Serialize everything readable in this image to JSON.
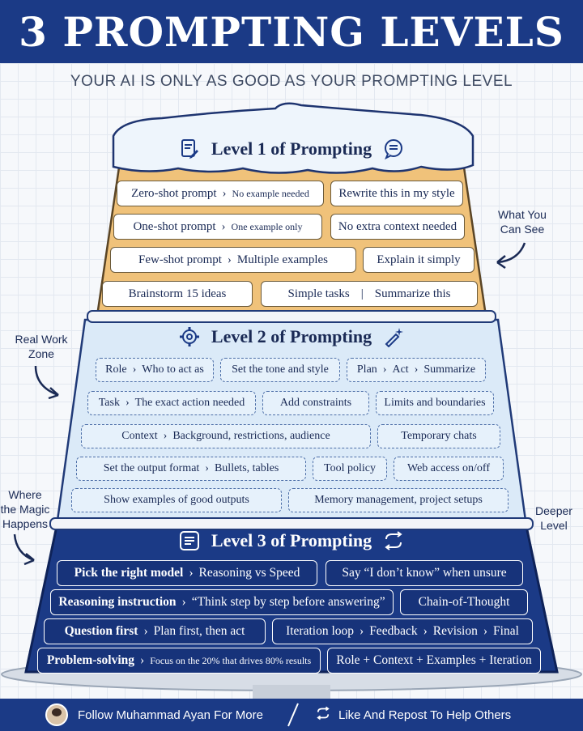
{
  "header": {
    "title": "3 PROMPTING LEVELS"
  },
  "subtitle": "YOUR AI IS ONLY AS GOOD AS YOUR PROMPTING LEVEL",
  "colors": {
    "navy": "#1b3a86",
    "level1": "#f0c27a",
    "level2": "#dbeaf8",
    "level3": "#1b3a86"
  },
  "level1": {
    "title": "Level 1 of Prompting",
    "icons": [
      "document-edit-icon",
      "chat-bubble-icon"
    ],
    "rows": [
      [
        {
          "a": "Zero-shot prompt",
          "b": "No example needed"
        },
        {
          "a": "Rewrite this in my style"
        }
      ],
      [
        {
          "a": "One-shot prompt",
          "b": "One example only"
        },
        {
          "a": "No extra context needed"
        }
      ],
      [
        {
          "a": "Few-shot prompt",
          "b": "Multiple examples"
        },
        {
          "a": "Explain it simply"
        }
      ],
      [
        {
          "a": "Brainstorm 15 ideas"
        },
        {
          "a": "Simple tasks"
        },
        {
          "a": "Summarize this"
        }
      ]
    ]
  },
  "level2": {
    "title": "Level 2 of Prompting",
    "icons": [
      "gear-icon",
      "sparkle-pen-icon"
    ],
    "items": {
      "role": "Role",
      "role_b": "Who to act as",
      "tone": "Set the tone and style",
      "plan": "Plan",
      "act": "Act",
      "summarize": "Summarize",
      "task": "Task",
      "task_b": "The exact action needed",
      "constraints": "Add constraints",
      "limits": "Limits and boundaries",
      "context": "Context",
      "context_b": "Background, restrictions, audience",
      "temporary": "Temporary chats",
      "output": "Set the output format",
      "output_b": "Bullets, tables",
      "tool": "Tool policy",
      "web": "Web access on/off",
      "examples": "Show examples of good outputs",
      "memory": "Memory management, project setups"
    }
  },
  "level3": {
    "title": "Level 3 of Prompting",
    "icons": [
      "list-icon",
      "refresh-icon"
    ],
    "items": {
      "model": "Pick the right model",
      "model_b": "Reasoning vs Speed",
      "idk": "Say “I don’t know” when unsure",
      "reasoning": "Reasoning instruction",
      "reasoning_b": "“Think step by step before answering”",
      "cot": "Chain-of-Thought",
      "question": "Question first",
      "question_b": "Plan first, then act",
      "iteration": "Iteration loop",
      "feedback": "Feedback",
      "revision": "Revision",
      "final": "Final",
      "problem": "Problem-solving",
      "problem_b": "Focus on the 20% that drives 80% results",
      "formula": "Role + Context + Examples + Iteration"
    }
  },
  "side_labels": {
    "see": [
      "What You",
      "Can See"
    ],
    "real": [
      "Real Work",
      "Zone"
    ],
    "magic": [
      "Where",
      "the Magic",
      "Happens"
    ],
    "deeper": [
      "Deeper",
      "Level"
    ]
  },
  "footer": {
    "left": "Follow Muhammad Ayan For More",
    "right": "Like And Repost To Help Others"
  }
}
